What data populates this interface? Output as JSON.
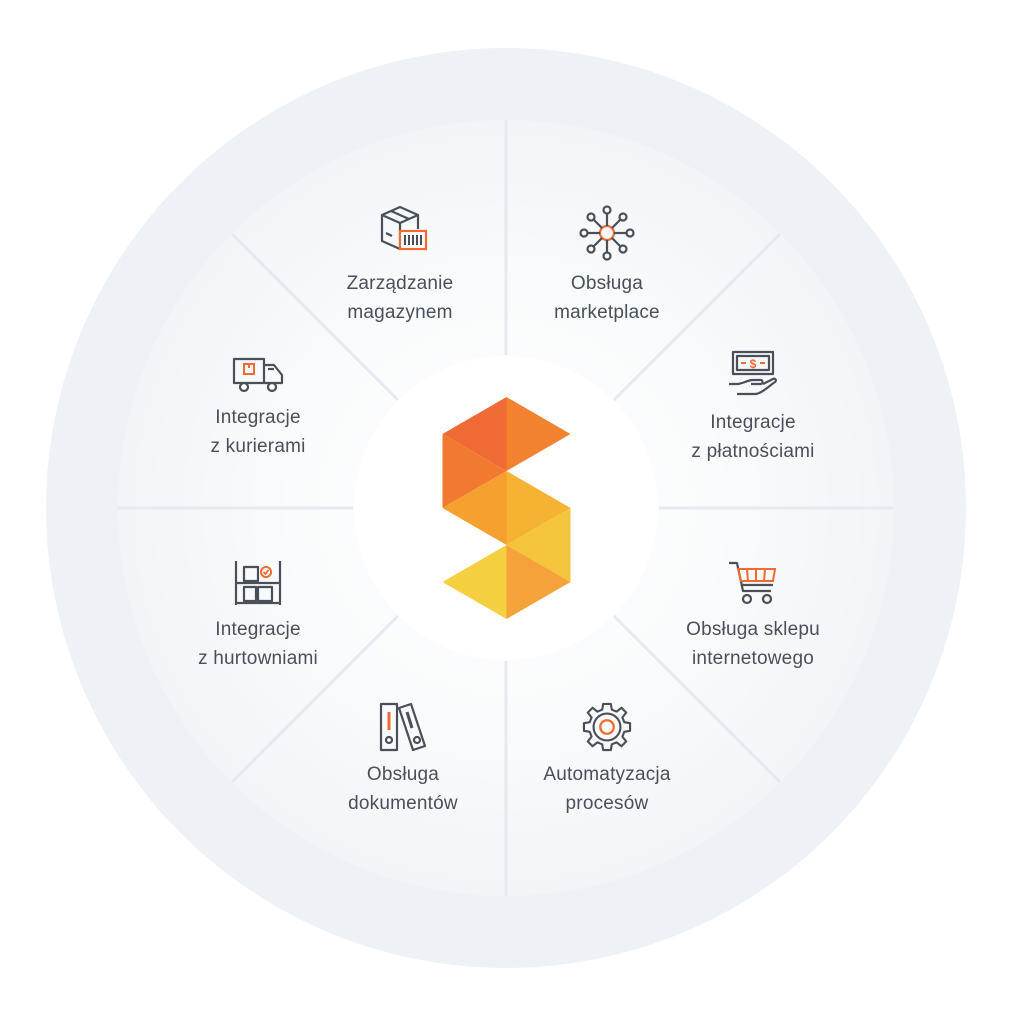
{
  "diagram": {
    "logo": "s-logo",
    "segments": [
      {
        "id": "warehouse",
        "icon": "warehouse-box-icon",
        "line1": "Zarządzanie",
        "line2": "magazynem"
      },
      {
        "id": "marketplace",
        "icon": "network-hub-icon",
        "line1": "Obsługa",
        "line2": "marketplace"
      },
      {
        "id": "couriers",
        "icon": "delivery-truck-icon",
        "line1": "Integracje",
        "line2": "z kurierami"
      },
      {
        "id": "payments",
        "icon": "cash-hand-icon",
        "line1": "Integracje",
        "line2": "z płatnościami"
      },
      {
        "id": "wholesalers",
        "icon": "storage-rack-icon",
        "line1": "Integracje",
        "line2": "z hurtowniami"
      },
      {
        "id": "eshop",
        "icon": "shopping-cart-icon",
        "line1": "Obsługa sklepu",
        "line2": "internetowego"
      },
      {
        "id": "documents",
        "icon": "binders-icon",
        "line1": "Obsługa",
        "line2": "dokumentów"
      },
      {
        "id": "automation",
        "icon": "gear-icon",
        "line1": "Automatyzacja",
        "line2": "procesów"
      }
    ]
  },
  "colors": {
    "outer_ring": "#eef1f6",
    "inner_disc": "#f6f7fa",
    "center": "#ffffff",
    "icon_dark": "#4a4f58",
    "icon_accent": "#f06a32",
    "text": "#4a505a"
  }
}
